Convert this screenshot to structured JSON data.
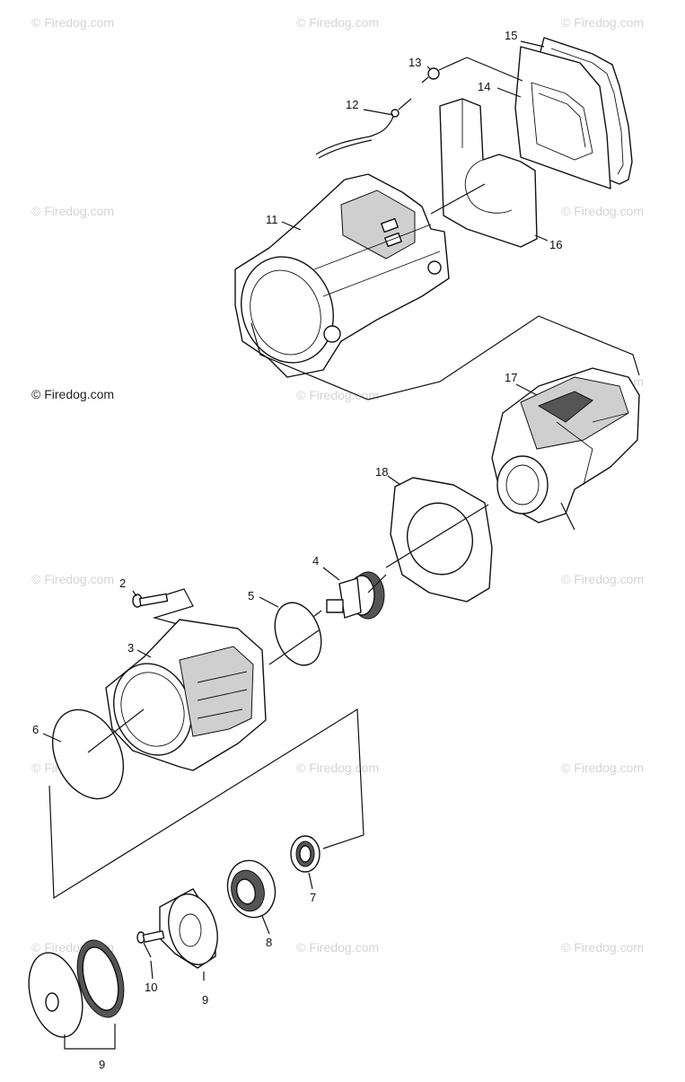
{
  "watermark": "© Firedog.com",
  "callouts": {
    "c2": "2",
    "c3": "3",
    "c4": "4",
    "c5": "5",
    "c6": "6",
    "c7": "7",
    "c8": "8",
    "c9a": "9",
    "c9b": "9",
    "c10": "10",
    "c11": "11",
    "c12": "12",
    "c13": "13",
    "c14": "14",
    "c15": "15",
    "c16": "16",
    "c17": "17",
    "c18": "18"
  }
}
